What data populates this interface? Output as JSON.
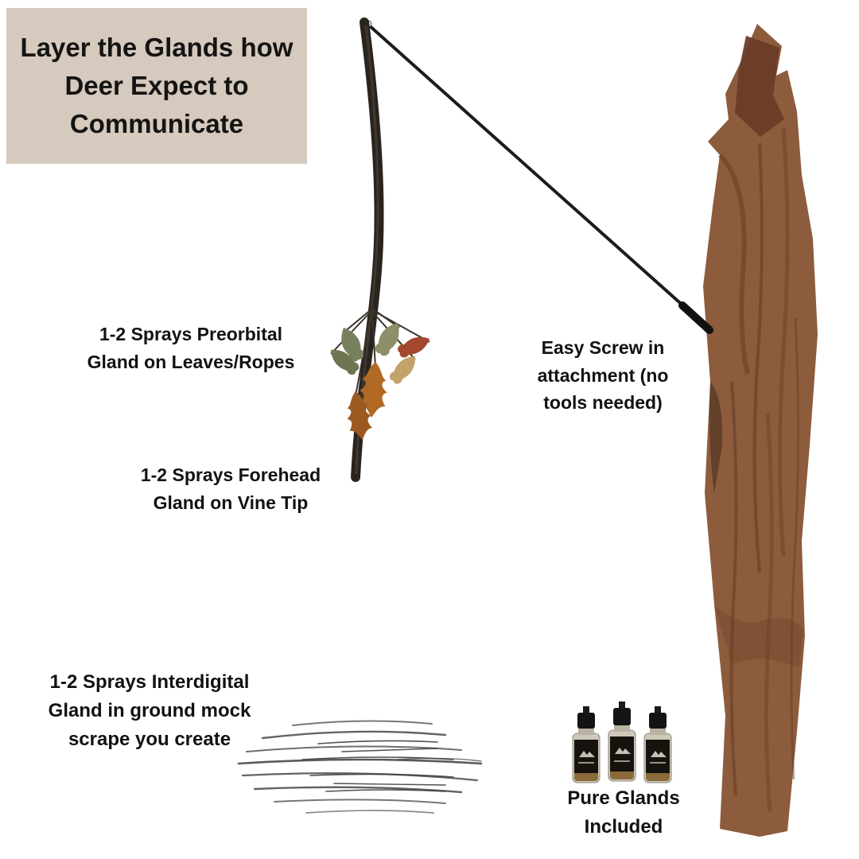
{
  "page": {
    "background": "#ffffff"
  },
  "header": {
    "title": "Layer the Glands how Deer Expect to Communicate",
    "bg_color": "#d6c9bd"
  },
  "annotations": {
    "preorbital": "1-2 Sprays Preorbital Gland on Leaves/Ropes",
    "screw_attachment": "Easy Screw in attachment (no tools needed)",
    "forehead": "1-2 Sprays Forehead Gland on Vine Tip",
    "interdigital": "1-2 Sprays Interdigital Gland in ground mock scrape you create",
    "pure_glands": "Pure Glands Included"
  },
  "graphics": {
    "vine_branch": "hanging-vine-with-leaves",
    "attachment_rod": "easy-screw-in-rod",
    "tree_trunk": "watercolor-tree-trunk",
    "mock_scrape": "ground-mock-scrape-scribble",
    "spray_bottles": "three-pure-gland-spray-bottles",
    "colors": {
      "trunk": "#8d5c3c",
      "trunk_dark": "#6a3c26",
      "branch": "#2a241f",
      "rod": "#1c1c1c",
      "scribble": "#3d3d3d",
      "leaf_green": "#77805c",
      "leaf_orange": "#b06a24"
    }
  }
}
